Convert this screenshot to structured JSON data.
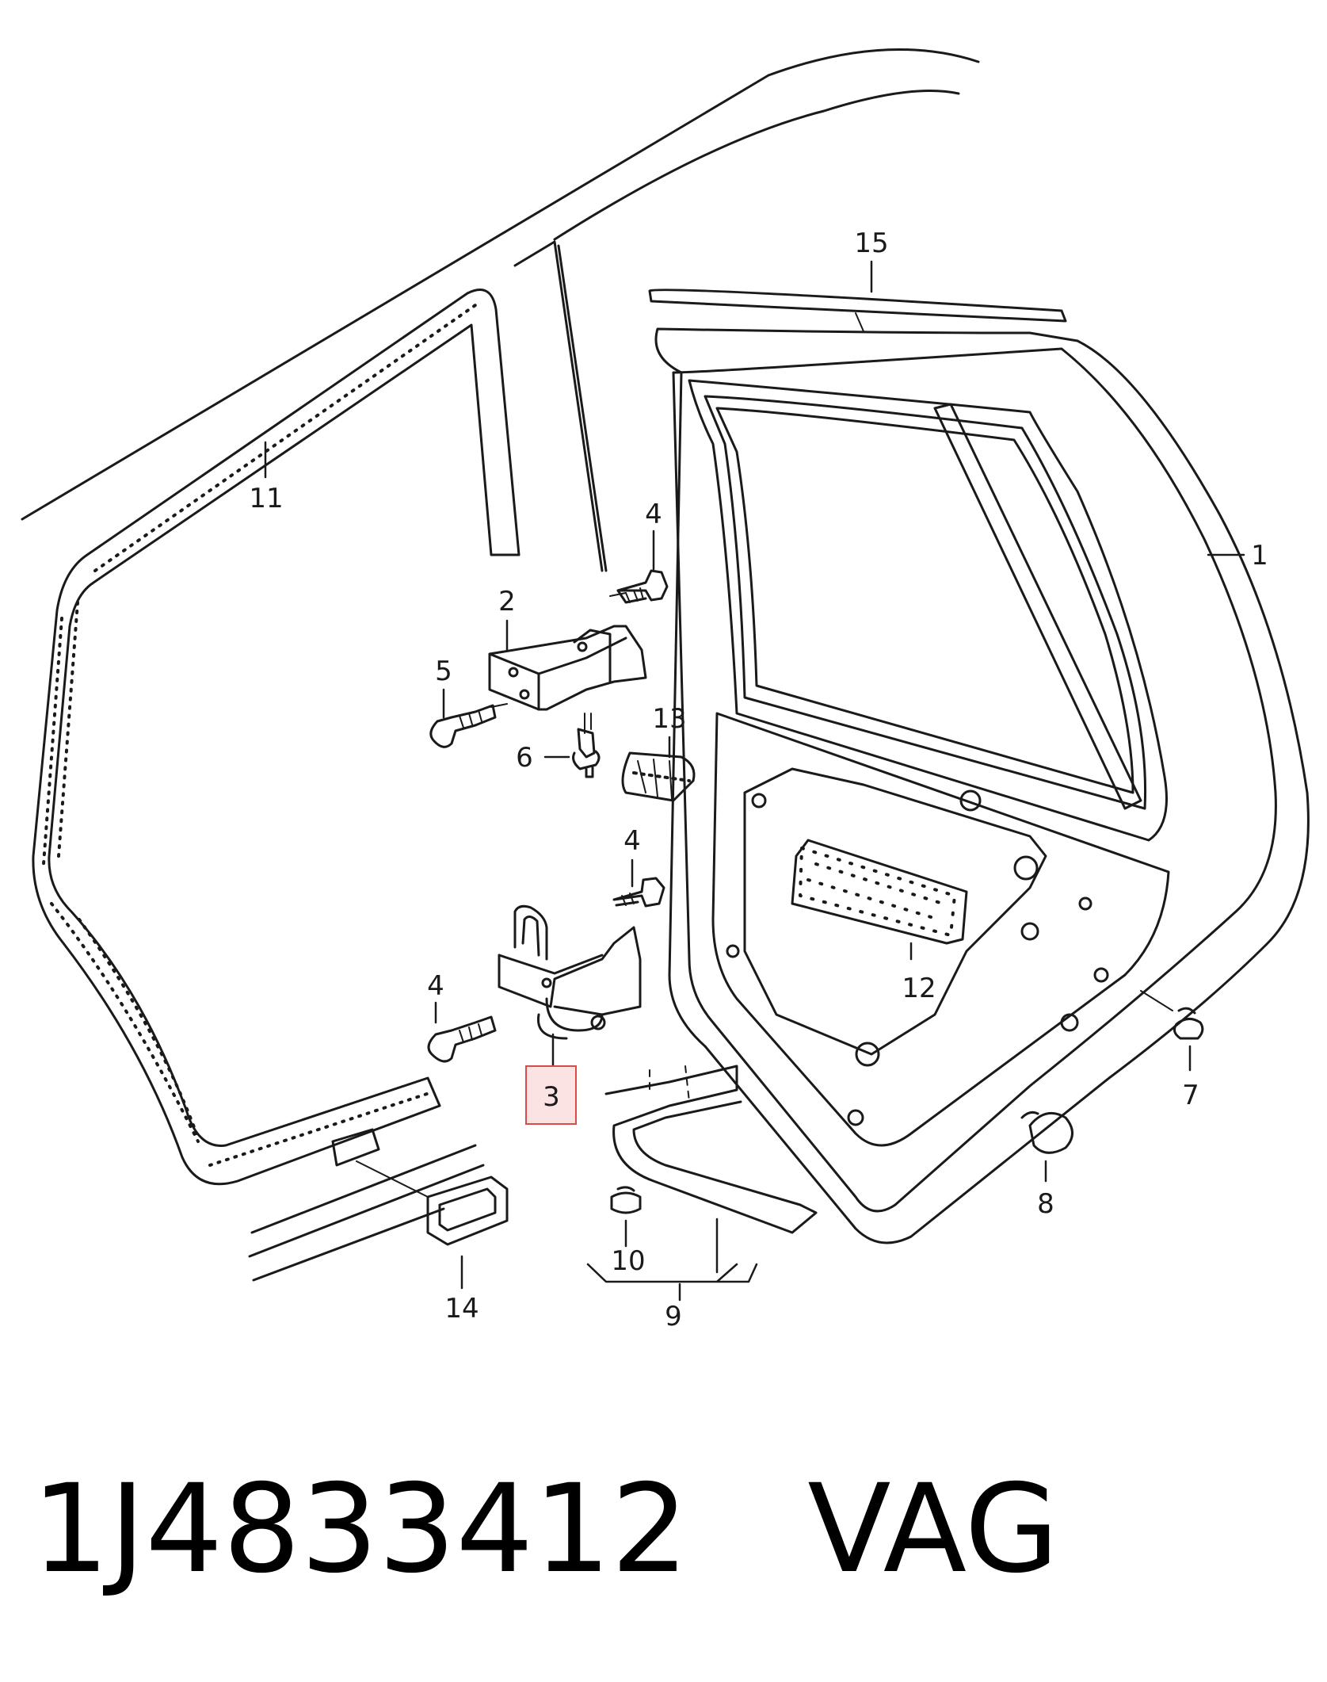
{
  "callouts": {
    "c1": "1",
    "c2": "2",
    "c3": "3",
    "c4a": "4",
    "c4b": "4",
    "c4c": "4",
    "c5": "5",
    "c6": "6",
    "c7": "7",
    "c8": "8",
    "c9": "9",
    "c10": "10",
    "c11": "11",
    "c12": "12",
    "c13": "13",
    "c14": "14",
    "c15": "15"
  },
  "highlight": {
    "color": "#d94a4a",
    "fill": "#fbe3e3",
    "label": "3"
  },
  "footer": {
    "part_number": "1J4833412",
    "brand": "VAG"
  }
}
